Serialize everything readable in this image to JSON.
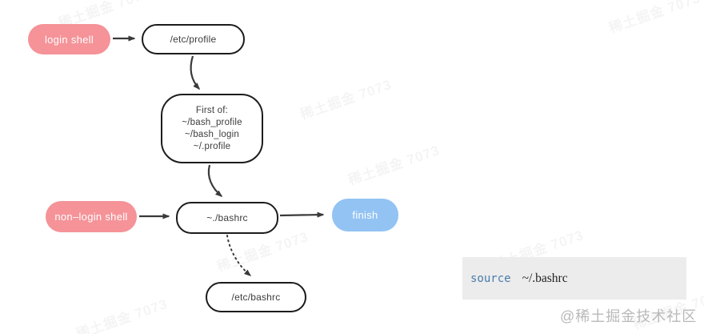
{
  "diagram": {
    "title_hint": "bash startup files flowchart",
    "nodes": {
      "login_shell": {
        "label": "login shell",
        "shape": "pill",
        "fill": "#f59398",
        "text_color": "#ffffff"
      },
      "etc_profile": {
        "label": "/etc/profile",
        "shape": "rounded-rect",
        "fill": "#ffffff",
        "border": "#1c1c1c"
      },
      "first_of": {
        "lines": [
          "First of:",
          "~/bash_profile",
          "~/bash_login",
          "~/.profile"
        ],
        "shape": "rounded-rect",
        "fill": "#ffffff",
        "border": "#1c1c1c"
      },
      "non_login_shell": {
        "label": "non–login shell",
        "shape": "pill",
        "fill": "#f59398",
        "text_color": "#ffffff"
      },
      "bashrc": {
        "label": "~./bashrc",
        "shape": "rounded-rect",
        "fill": "#ffffff",
        "border": "#1c1c1c"
      },
      "finish": {
        "label": "finish",
        "shape": "pill",
        "fill": "#92c3f3",
        "text_color": "#ffffff"
      },
      "etc_bashrc": {
        "label": "/etc/bashrc",
        "shape": "rounded-rect",
        "fill": "#ffffff",
        "border": "#1c1c1c"
      }
    },
    "edges": [
      {
        "from": "login_shell",
        "to": "etc_profile",
        "style": "solid"
      },
      {
        "from": "etc_profile",
        "to": "first_of",
        "style": "solid"
      },
      {
        "from": "first_of",
        "to": "bashrc",
        "style": "solid"
      },
      {
        "from": "non_login_shell",
        "to": "bashrc",
        "style": "solid"
      },
      {
        "from": "bashrc",
        "to": "finish",
        "style": "solid"
      },
      {
        "from": "bashrc",
        "to": "etc_bashrc",
        "style": "dotted"
      }
    ],
    "edge_color": "#3a3a3a"
  },
  "code_block": {
    "keyword": "source",
    "argument": "~/.bashrc",
    "background": "#ececec",
    "keyword_color": "#4a7cab"
  },
  "watermark": {
    "tilted_text": "稀土掘金 7073",
    "corner_text": "@稀土掘金技术社区",
    "corner_color": "#b9b9b9"
  }
}
